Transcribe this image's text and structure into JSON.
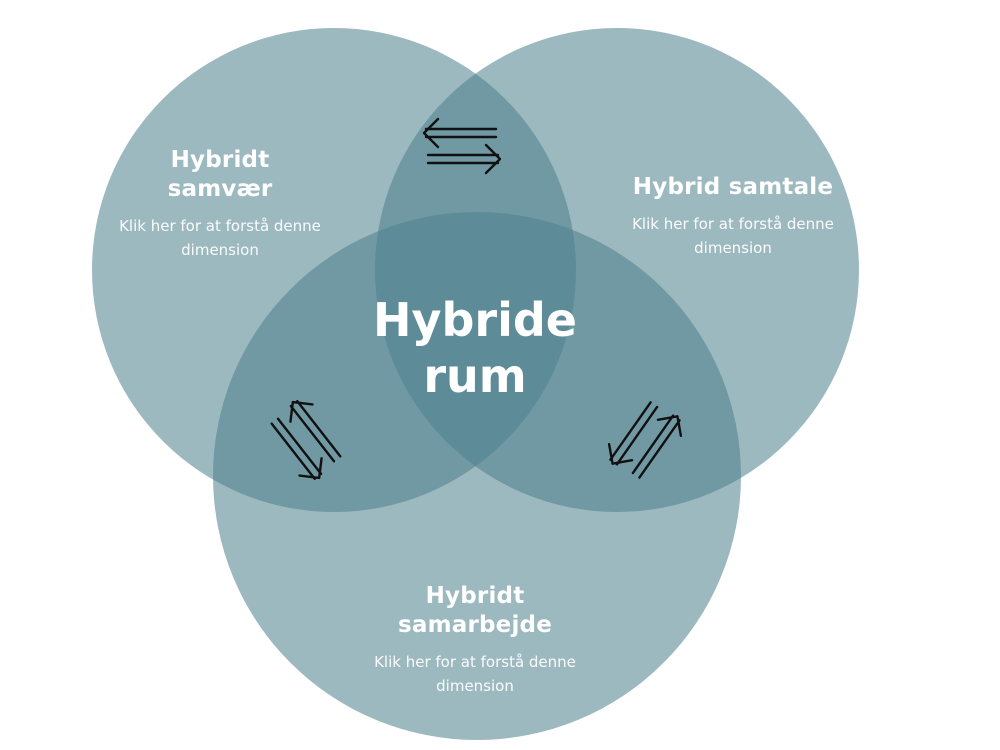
{
  "colors": {
    "circle_fill": "#4d7f8c",
    "arrow_stroke": "#111111",
    "text": "#ffffff"
  },
  "center": {
    "line1": "Hybride",
    "line2": "rum"
  },
  "circles": [
    {
      "id": "samvaer",
      "title_line1": "Hybridt",
      "title_line2": "samvær",
      "subtitle_line1": "Klik her for at forstå denne",
      "subtitle_line2": "dimension"
    },
    {
      "id": "samtale",
      "title_line1": "Hybrid samtale",
      "title_line2": "",
      "subtitle_line1": "Klik her for at forstå denne",
      "subtitle_line2": "dimension"
    },
    {
      "id": "samarbejde",
      "title_line1": "Hybridt",
      "title_line2": "samarbejde",
      "subtitle_line1": "Klik her for at forstå denne",
      "subtitle_line2": "dimension"
    }
  ],
  "icons": {
    "top": "exchange-arrows-icon",
    "left": "exchange-arrows-icon",
    "right": "exchange-arrows-icon"
  }
}
